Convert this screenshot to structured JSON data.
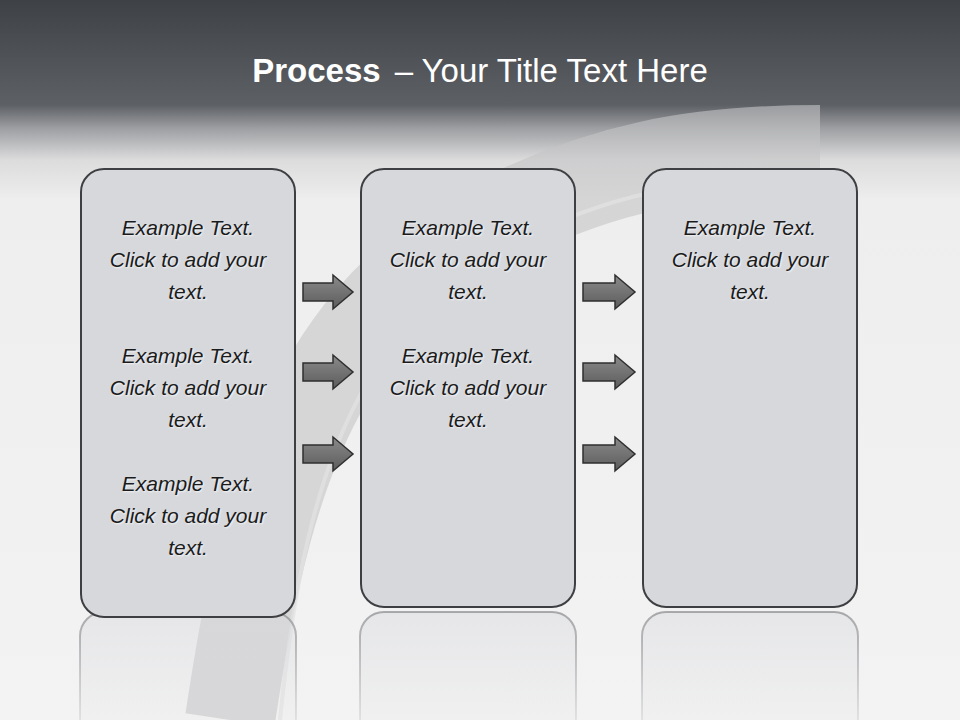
{
  "diagram": {
    "title": "Process",
    "nodes": [
      {
        "text": [
          "Example Text. Click to add your text.",
          "Example Text. Click to add your text.",
          "Example Text. Click to add your text."
        ]
      },
      {
        "text": [
          "Example Text. Click to add your text.",
          "Example Text. Click to add your text."
        ]
      },
      {
        "text": [
          "Example Text. Click to add your text."
        ]
      }
    ],
    "edges": [
      {
        "from": 0,
        "to": 1,
        "arrow": "to"
      },
      {
        "from": 0,
        "to": 1,
        "arrow": "to"
      },
      {
        "from": 0,
        "to": 1,
        "arrow": "to"
      },
      {
        "from": 1,
        "to": 2,
        "arrow": "to"
      },
      {
        "from": 1,
        "to": 2,
        "arrow": "to"
      },
      {
        "from": 1,
        "to": 2,
        "arrow": "to"
      }
    ],
    "labels": [
      "– Your Title Text Here"
    ]
  }
}
